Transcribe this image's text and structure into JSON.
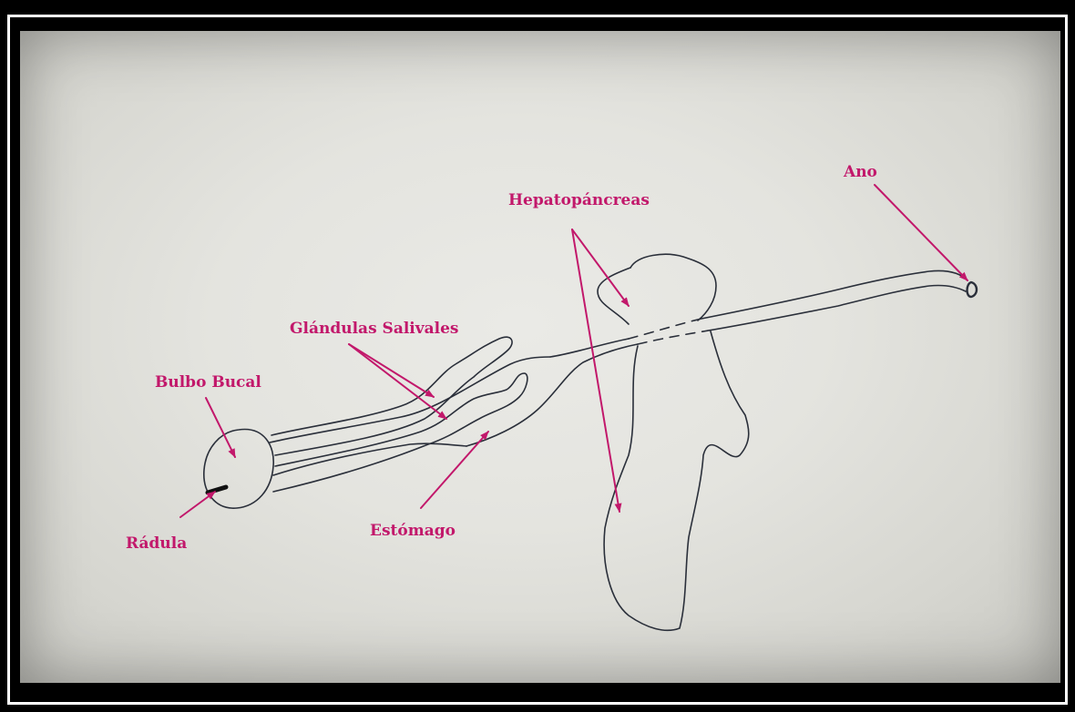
{
  "diagram": {
    "labels": {
      "ano": "Ano",
      "hepatopancreas": "Hepatopáncreas",
      "glandulas_salivales": "Glándulas Salivales",
      "bulbo_bucal": "Bulbo Bucal",
      "radula": "Rádula",
      "estomago": "Estómago"
    },
    "colors": {
      "label": "#c2186b",
      "outline": "#2a2f3a",
      "paper": "#e4e4df",
      "frame": "#000000",
      "border": "#ffffff"
    }
  }
}
